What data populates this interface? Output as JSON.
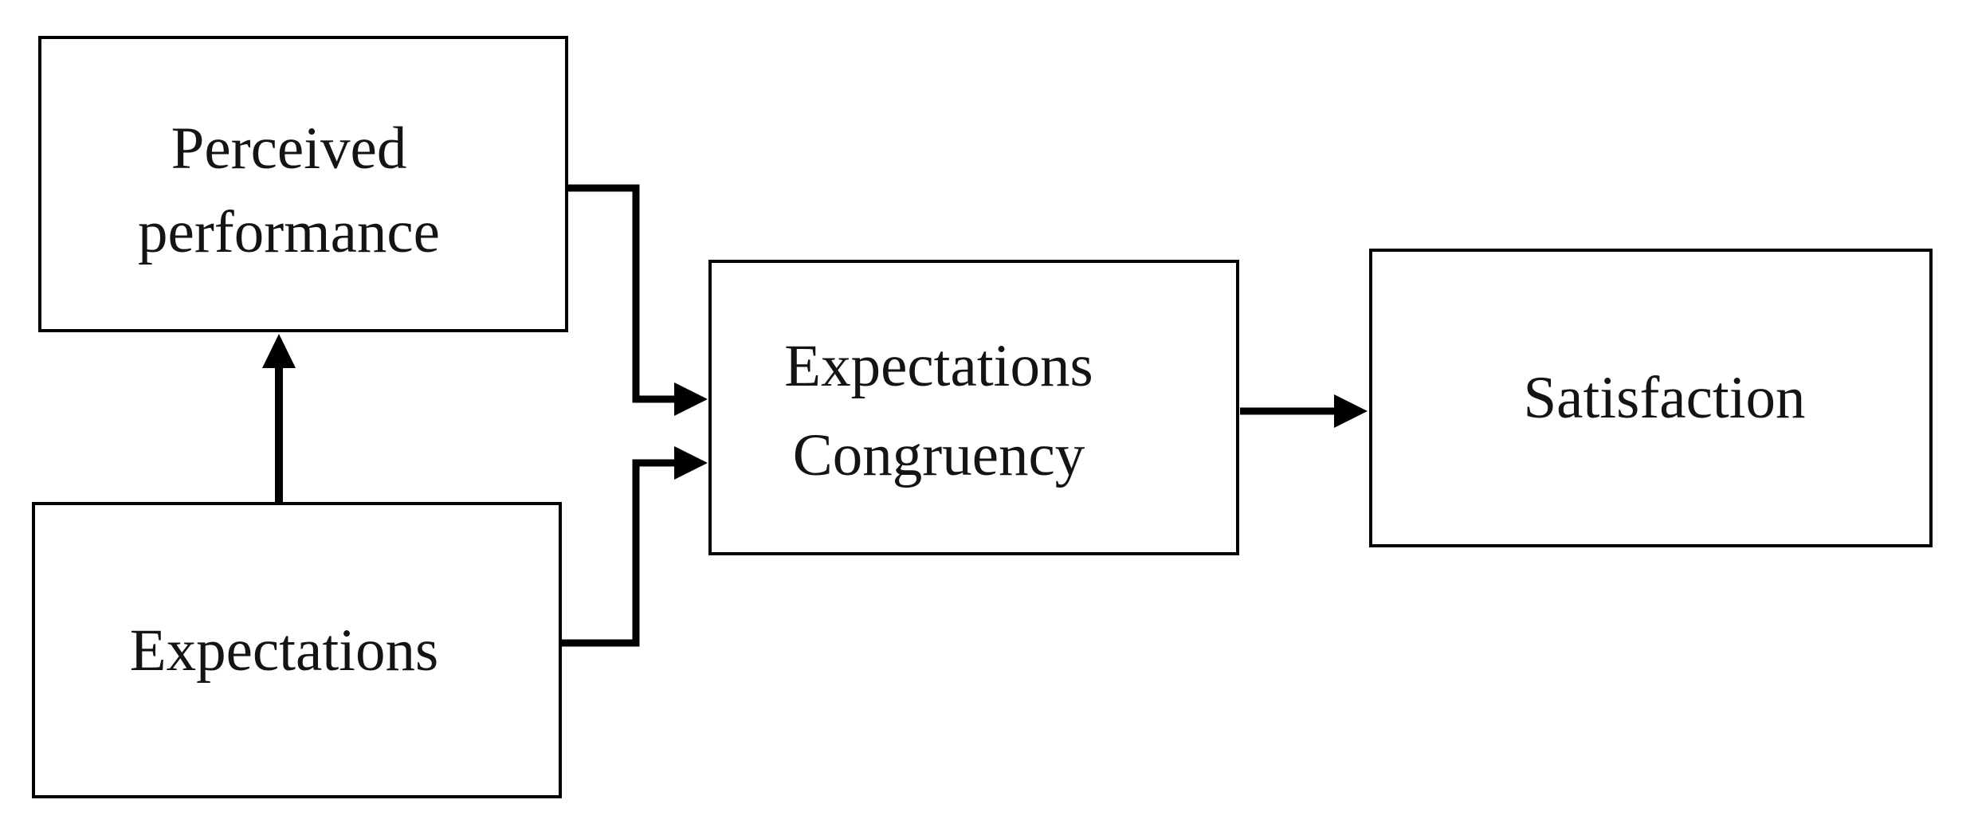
{
  "diagram_type": "flow-diagram",
  "colors": {
    "background": "#ffffff",
    "box_border": "#000000",
    "arrow": "#000000",
    "text": "#141414"
  },
  "nodes": {
    "perceived_performance": {
      "lines": [
        "Perceived",
        "performance"
      ]
    },
    "expectations": {
      "lines": [
        "Expectations"
      ]
    },
    "expectations_congruency": {
      "lines": [
        "Expectations",
        "Congruency"
      ]
    },
    "satisfaction": {
      "lines": [
        "Satisfaction"
      ]
    }
  },
  "edges": [
    {
      "from": "expectations",
      "to": "perceived_performance",
      "direction": "up",
      "style": "straight-arrow"
    },
    {
      "from": "perceived_performance",
      "to": "expectations_congruency",
      "style": "elbow-arrow"
    },
    {
      "from": "expectations",
      "to": "expectations_congruency",
      "style": "elbow-arrow"
    },
    {
      "from": "expectations_congruency",
      "to": "satisfaction",
      "style": "straight-arrow"
    }
  ]
}
